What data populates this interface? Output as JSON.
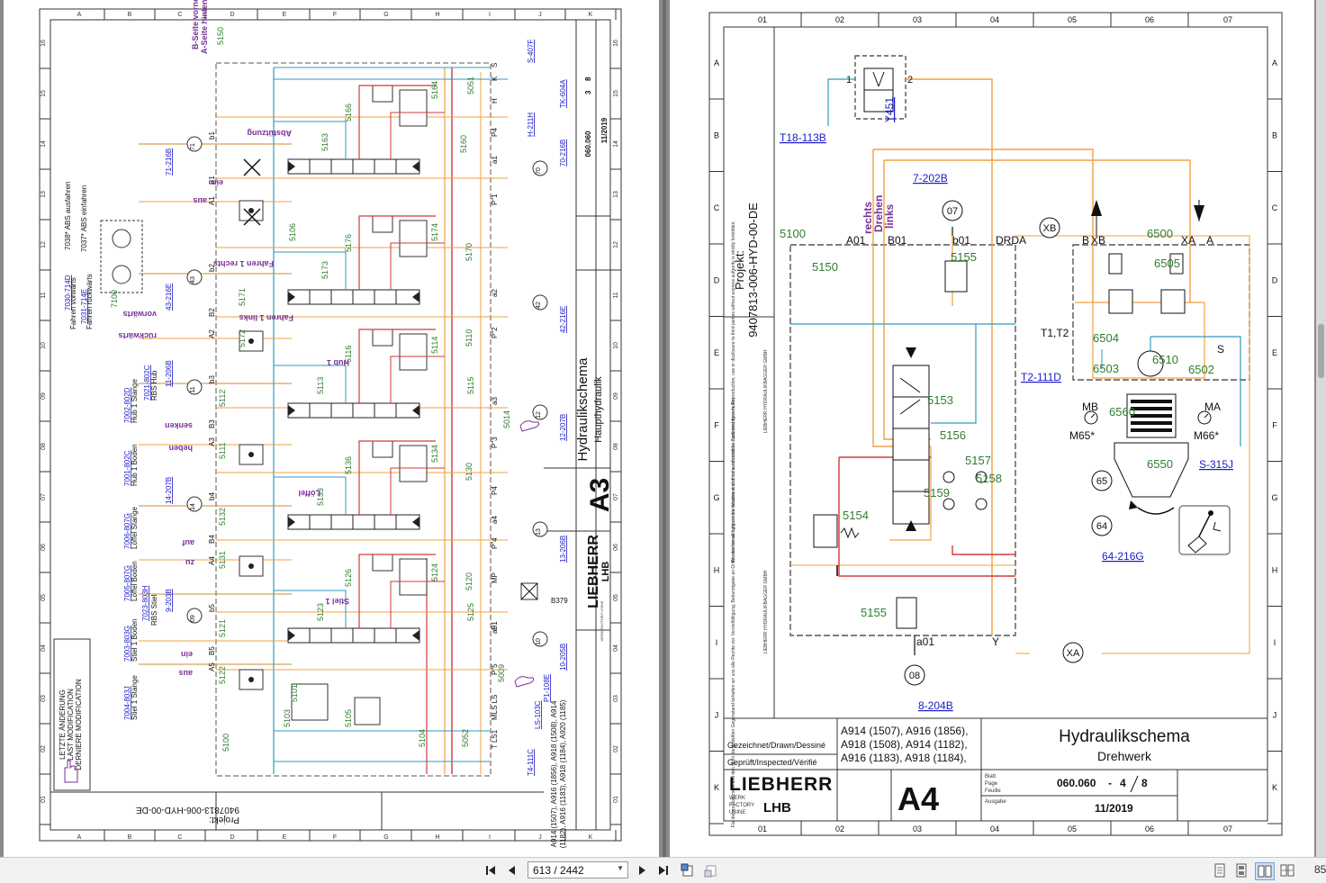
{
  "left_page": {
    "grid_letters": [
      "A",
      "B",
      "C",
      "D",
      "E",
      "F",
      "G",
      "H",
      "I",
      "J",
      "K"
    ],
    "grid_numbers": [
      "16",
      "15",
      "14",
      "13",
      "12",
      "11",
      "10",
      "09",
      "08",
      "07",
      "06",
      "05",
      "04",
      "03",
      "02",
      "01"
    ],
    "project_label": "Projekt:",
    "project_number": "9407813-006-HYD-00-DE",
    "models_line1": "A914 (1507), A916 (1856), A918 (1508), A914",
    "models_line2": "(1182), A916 (1183), A918 (1184), A920 (1185)",
    "title": "Hydraulikschema",
    "subtitle": "Haupthydraulik",
    "format": "A3",
    "doc_number": "060.060",
    "sheet": "3",
    "sheet_total": "8",
    "date": "11/2019",
    "brand": "LIEBHERR",
    "brand_sub": "LHB",
    "factory": "WERK FACTORY USINE",
    "mod_block": [
      "LETZTE ÄNDERUNG",
      "LAST MODIFICATION",
      "DERNIERE MODIFICATION"
    ],
    "labels_purple": [
      "B-Seite vorne",
      "A-Seite hinten",
      "Abstützung",
      "ein",
      "aus",
      "Fahren 1 rechts",
      "vorwärts",
      "rückwärts",
      "Fahren 1 links",
      "Hub 1",
      "senken",
      "heben",
      "Löffel",
      "auf",
      "zu",
      "Stiel 1",
      "ein",
      "aus"
    ],
    "refs_blue": [
      "S-407F",
      "TK-604A",
      "H-211H",
      "71-216B",
      "70-216B",
      "43-216E",
      "42-216E",
      "11-206B",
      "12-207B",
      "14-207B",
      "13-206B",
      "9-203B",
      "10-205B",
      "LS-103C",
      "P1-108E",
      "T4-111C",
      "7030-714D",
      "7031-714E",
      "7021-802C",
      "7002-802D",
      "7001-802C",
      "7006-807G",
      "7005-807G",
      "7023-803H",
      "7003-803G",
      "7004-803J"
    ],
    "side_labels": [
      "7038* ABS ausfahren",
      "7037* ABS einfahren",
      "Fahren vorwärts",
      "Fahren rückwärts",
      "RBS Hub",
      "Hub 1 Stange",
      "Hub 1 Boden",
      "Löffel Stange",
      "Löffel Boden",
      "RBS Stiel",
      "Stiel 1 Boden",
      "Stiel 1 Stange"
    ],
    "codes_green": [
      "5150",
      "5164",
      "5166",
      "5163",
      "5160",
      "5051",
      "5106",
      "5176",
      "5174",
      "5173",
      "5170",
      "5171",
      "5172",
      "5110",
      "5116",
      "5114",
      "5113",
      "5115",
      "5112",
      "5111",
      "5136",
      "5134",
      "5133",
      "5130",
      "5132",
      "5131",
      "5126",
      "5124",
      "5123",
      "5120",
      "5125",
      "5121",
      "5122",
      "5101",
      "5103",
      "5105",
      "5104",
      "5052",
      "5100",
      "5014",
      "5009",
      "7100"
    ],
    "port_labels": [
      "S",
      "K",
      "H",
      "P4",
      "a1",
      "P\"1",
      "a2",
      "P\"2",
      "a3",
      "P\"3",
      "P4",
      "a4",
      "P\"4",
      "MP",
      "P1",
      "a5",
      "P\"5",
      "MLS LS",
      "T LS1",
      "b1",
      "B1",
      "A1",
      "b2",
      "B2",
      "A2",
      "b3",
      "B3",
      "A3",
      "b4",
      "B4",
      "A4",
      "b5",
      "B5",
      "A5"
    ],
    "circles": [
      "71",
      "70",
      "43",
      "42",
      "11",
      "12",
      "14",
      "13",
      "09",
      "10"
    ],
    "b379": "B379"
  },
  "right_page": {
    "cols": [
      "01",
      "02",
      "03",
      "04",
      "05",
      "06",
      "07"
    ],
    "rows": [
      "A",
      "B",
      "C",
      "D",
      "E",
      "F",
      "G",
      "H",
      "I",
      "J",
      "K"
    ],
    "project_label": "Projekt:",
    "project_number": "9407813-006-HYD-00-DE",
    "rights_text": "We reserve all rights in this document and in the information contained therein. Reproduction, use or disclosure to third parties without express authority is strictly forbidden.",
    "rights_company": "LIEBHERR HYDRAULIKBAGGER GMBH",
    "rights_text_de": "Für dieses Dokument und den darin dargestellten Gegenstand behalten wir uns alle Rechte vor. Vervielfältigung, Bekanntgabe an Dritte oder Verwertung seines Inhaltes sind ohne ausdrückliche Zustimmung verboten.",
    "rights_company_2": "LIEBHERR HYDRAULIKBAGGER GMBH",
    "purple_labels": [
      "rechts",
      "Drehen",
      "links"
    ],
    "valve_y451": "Y451",
    "ref_t18": "T18-113B",
    "ref_7202": "7-202B",
    "ref_t2": "T2-111D",
    "ref_s315": "S-315J",
    "ref_64216": "64-216G",
    "ref_8204": "8-204B",
    "circle_07": "07",
    "circle_08": "08",
    "circle_xb": "XB",
    "circle_xa": "XA",
    "circle_65": "65",
    "circle_64": "64",
    "codes": [
      "5100",
      "5150",
      "5155",
      "5153",
      "5156",
      "5157",
      "5158",
      "5159",
      "5154",
      "5155",
      "6500",
      "6505",
      "6504",
      "6503",
      "6510",
      "6502",
      "6560",
      "6550"
    ],
    "ports": [
      "A01",
      "B01",
      "b01",
      "DRDA",
      "a01",
      "Y",
      "B",
      "XB",
      "XA",
      "A",
      "T1,T2",
      "S",
      "MB",
      "MA",
      "M65*",
      "M66*"
    ],
    "port1": "1",
    "port2": "2",
    "models": [
      "A914 (1507), A916 (1856),",
      "A918 (1508), A914 (1182),",
      "A916 (1183), A918 (1184),"
    ],
    "drawn_label": "Gezeichnet/Drawn/Dessiné",
    "checked_label": "Geprüft/Inspected/Vérifié",
    "brand": "LIEBHERR",
    "brand_sub": "LHB",
    "werk": "WERK",
    "factory": "FACTORY",
    "usine": "USINE",
    "format": "A4",
    "title": "Hydraulikschema",
    "subtitle": "Drehwerk",
    "blatt": "Blatt",
    "page_lbl": "Page",
    "feuille": "Feuille",
    "ausgabe": "Ausgabe",
    "doc_number": "060.060",
    "dash": "-",
    "sheet": "4",
    "sheet_total": "8",
    "date": "11/2019"
  },
  "toolbar": {
    "page_value": "613 / 2442",
    "zoom": "85"
  },
  "colors": {
    "orange": "#f0a040",
    "red": "#d23a3a",
    "blue": "#2f9ac0",
    "green": "#2f7d2f",
    "purple": "#7a2f9a",
    "link": "#1a1ac8"
  }
}
